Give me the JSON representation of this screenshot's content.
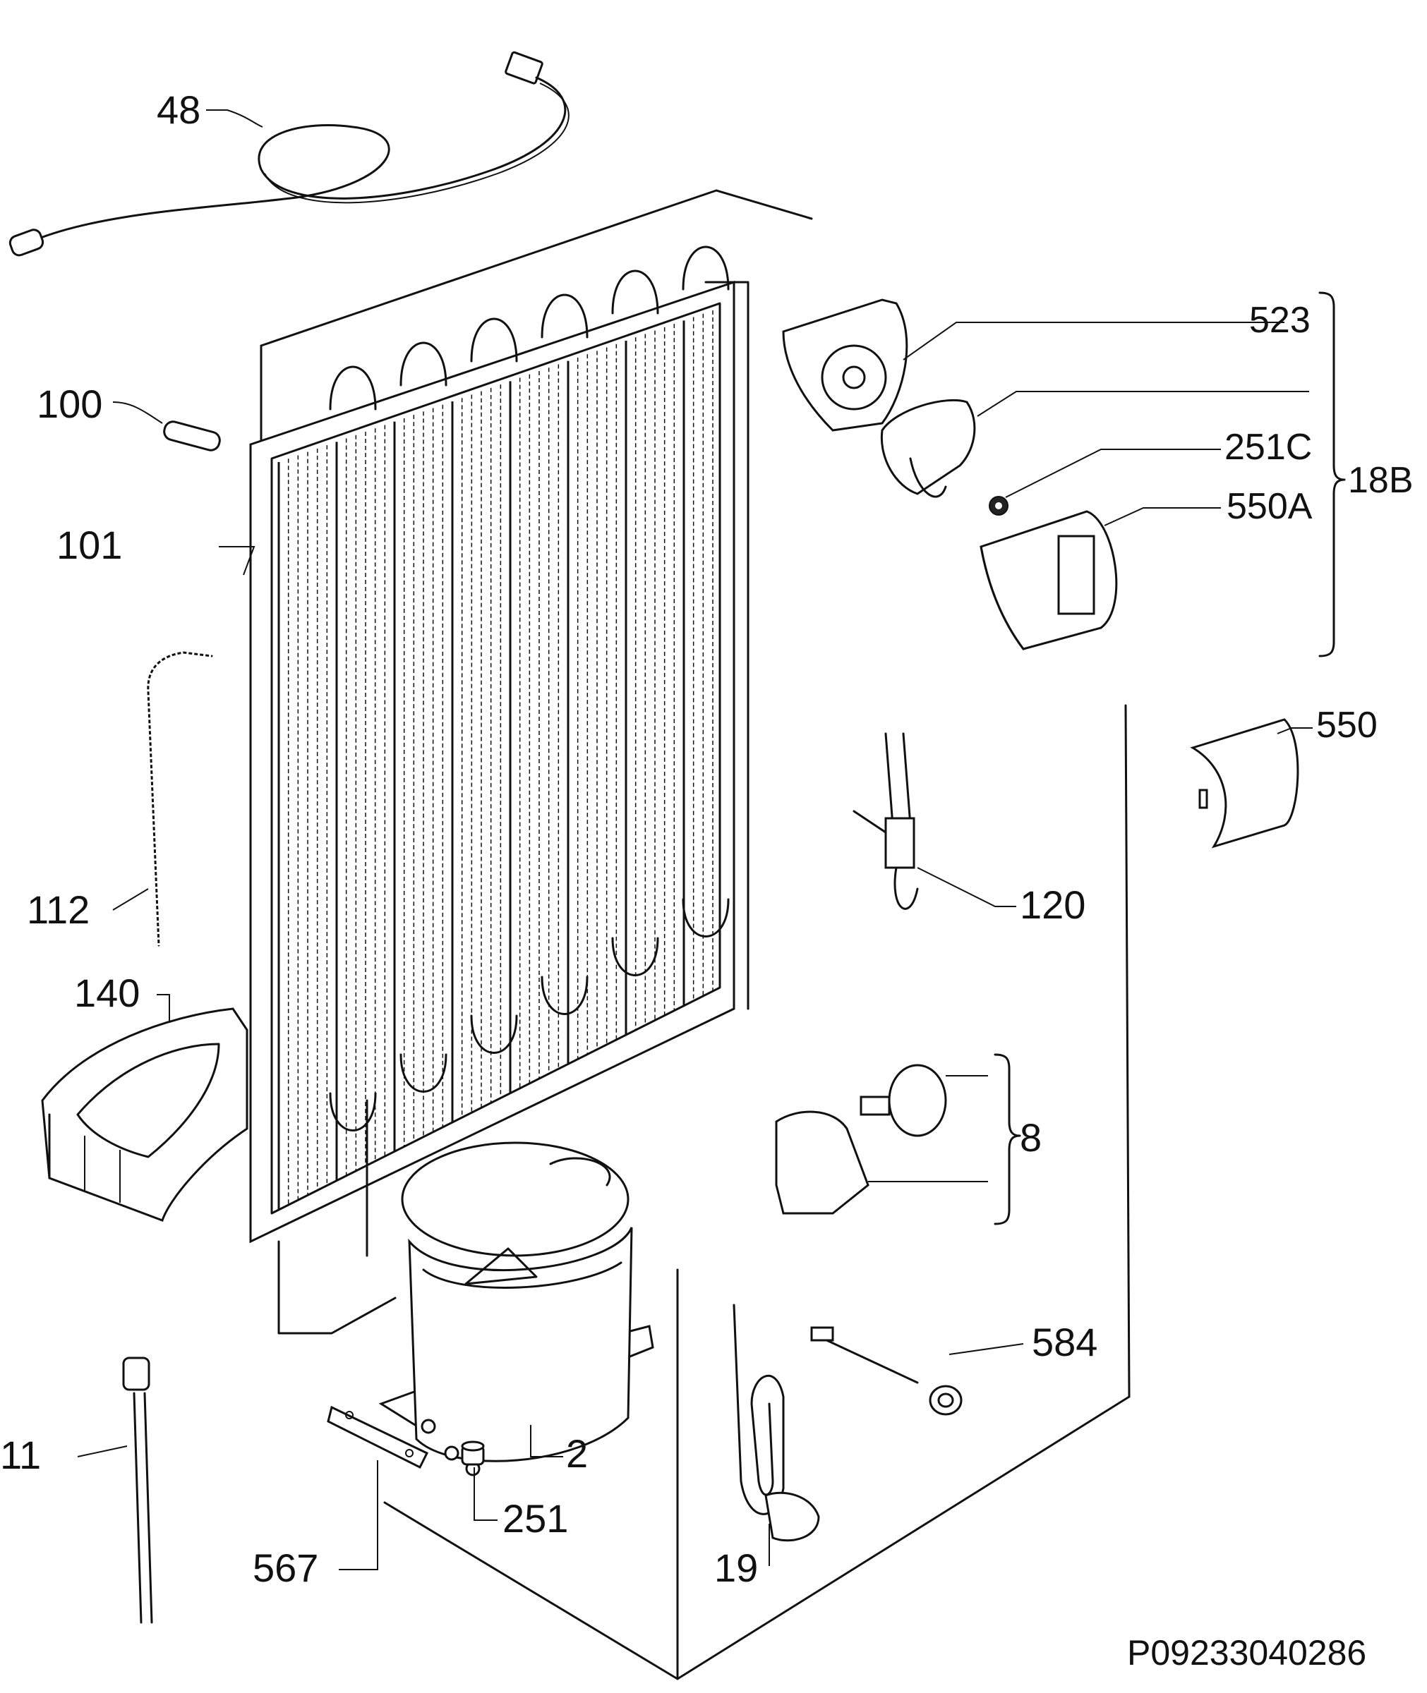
{
  "labels": {
    "l48": "48",
    "l100": "100",
    "l101": "101",
    "l112": "112",
    "l140": "140",
    "l11": "11",
    "l567": "567",
    "l251": "251",
    "l2": "2",
    "l19": "19",
    "l584": "584",
    "l8": "8",
    "l120": "120",
    "l550": "550",
    "l523": "523",
    "l251C": "251C",
    "l550A": "550A",
    "l18B": "18B"
  },
  "code": "P09233040286"
}
